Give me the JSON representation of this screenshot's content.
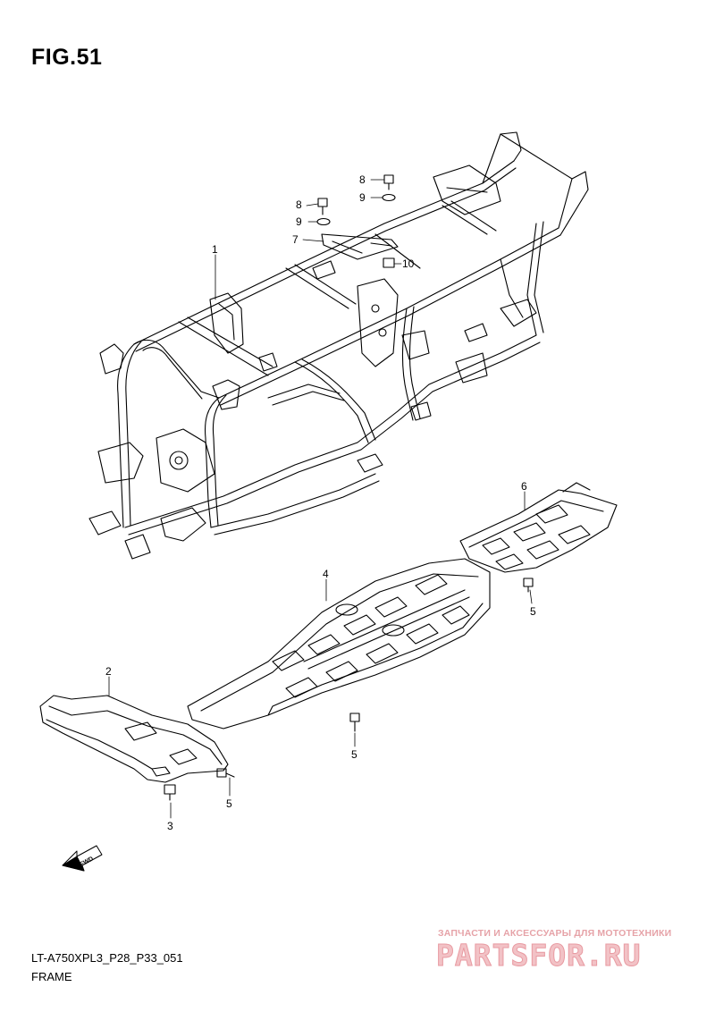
{
  "figure": {
    "title": "FIG.51",
    "code": "LT-A750XPL3_P28_P33_051",
    "section_name": "FRAME"
  },
  "callouts": [
    {
      "id": "c1",
      "label": "1"
    },
    {
      "id": "c2",
      "label": "2"
    },
    {
      "id": "c3",
      "label": "3"
    },
    {
      "id": "c4",
      "label": "4"
    },
    {
      "id": "c5a",
      "label": "5"
    },
    {
      "id": "c5b",
      "label": "5"
    },
    {
      "id": "c5c",
      "label": "5"
    },
    {
      "id": "c6",
      "label": "6"
    },
    {
      "id": "c7",
      "label": "7"
    },
    {
      "id": "c8a",
      "label": "8"
    },
    {
      "id": "c8b",
      "label": "8"
    },
    {
      "id": "c9a",
      "label": "9"
    },
    {
      "id": "c9b",
      "label": "9"
    },
    {
      "id": "c10",
      "label": "10"
    }
  ],
  "direction_marker": "FWD",
  "watermark": {
    "tagline": "ЗАПЧАСТИ И АКСЕССУАРЫ ДЛЯ МОТОТЕХНИКИ",
    "brand": "PARTSFOR.RU"
  }
}
